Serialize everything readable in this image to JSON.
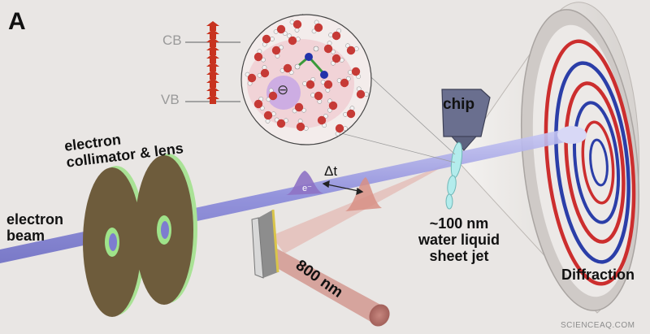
{
  "panel_label": "A",
  "energy_levels": {
    "cb": "CB",
    "vb": "VB"
  },
  "labels": {
    "collimator": "electron\ncollimator & lens",
    "electron_beam": "electron\nbeam",
    "delta_t": "Δt",
    "electron_symbol": "e⁻",
    "chip": "chip",
    "jet": "~100 nm\nwater liquid\nsheet jet",
    "pump": "800 nm",
    "diffraction": "Diffraction",
    "solvated_electron_symbol": "⊖"
  },
  "watermark": "SCIENCEAQ.COM",
  "colors": {
    "background": "#e9e6e4",
    "electron_beam": "#9b9bdf",
    "laser_beam": "#d9a9a3",
    "ring_red": "#cc2e2e",
    "ring_blue": "#2b3ea8",
    "disk_brown": "#6e5c3c",
    "disk_edge": "#9fe38a",
    "chip": "#6a6f8f"
  }
}
